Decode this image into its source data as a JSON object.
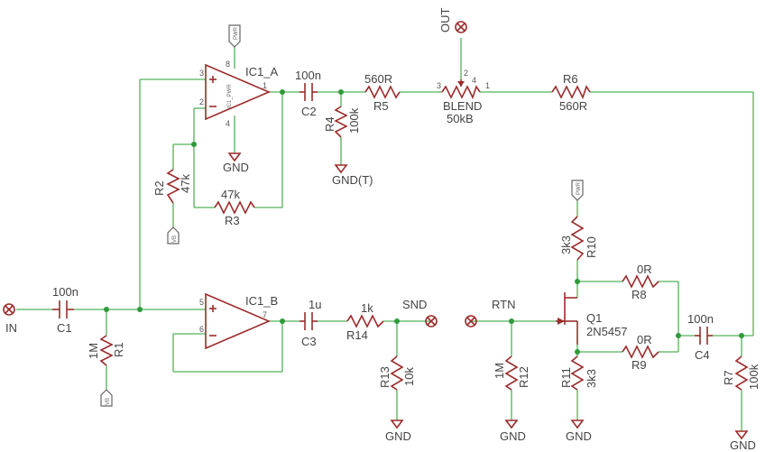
{
  "labels": {
    "IN": "IN",
    "OUT": "OUT",
    "SND": "SND",
    "RTN": "RTN",
    "PWR": "PWR",
    "VB": "VB",
    "GND": "GND",
    "GND_T": "GND(T)",
    "IC1_A": "IC1_A",
    "IC1_B": "IC1_B",
    "IC1_PWR": "IC1_PWR",
    "C1": "C1",
    "C1_val": "100n",
    "C2": "C2",
    "C2_val": "100n",
    "C3": "C3",
    "C3_val": "1u",
    "C4": "C4",
    "C4_val": "100n",
    "R1": "R1",
    "R1_val": "1M",
    "R2": "R2",
    "R2_val": "47k",
    "R3": "R3",
    "R3_val": "47k",
    "R4": "R4",
    "R4_val": "100k",
    "R5": "R5",
    "R5_val": "560R",
    "R6": "R6",
    "R6_val": "560R",
    "R7": "R7",
    "R7_val": "100k",
    "R8": "R8",
    "R8_val": "0R",
    "R9": "R9",
    "R9_val": "0R",
    "R10": "R10",
    "R10_val": "3k3",
    "R11": "R11",
    "R11_val": "3k3",
    "R12": "R12",
    "R12_val": "1M",
    "R13": "R13",
    "R13_val": "10k",
    "R14": "R14",
    "R14_val": "1k",
    "BLEND": "BLEND",
    "BLEND_val": "50kB",
    "Q1": "Q1",
    "Q1_val": "2N5457",
    "pin1": "1",
    "pin2": "2",
    "pin3": "3",
    "pin4": "4",
    "pin5": "5",
    "pin6": "6",
    "pin7": "7",
    "pin8": "8",
    "plus": "+",
    "minus": "−"
  }
}
